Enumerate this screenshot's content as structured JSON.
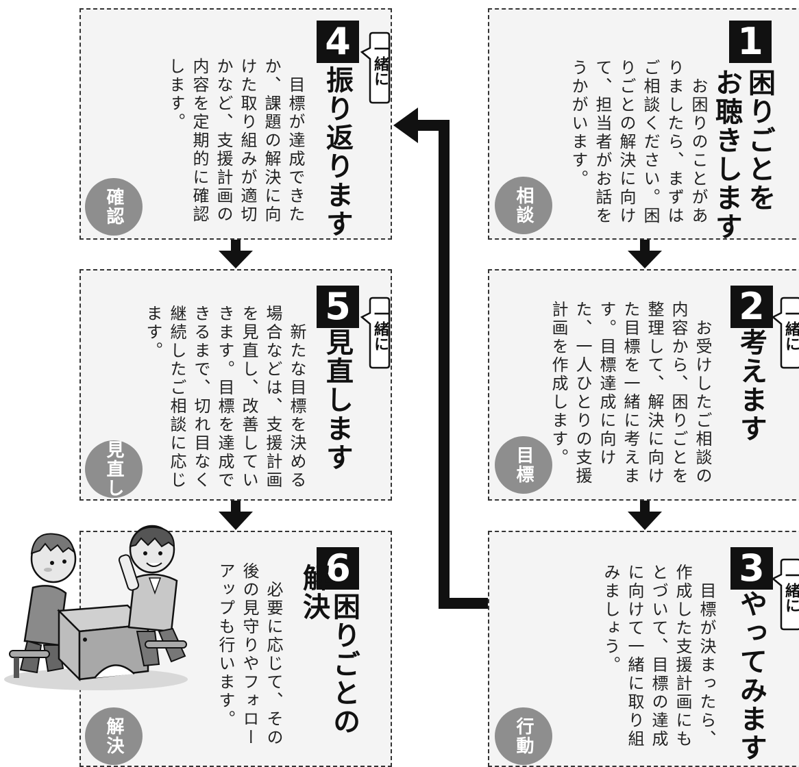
{
  "steps": [
    {
      "num": "1",
      "title_l1": "困りごとを",
      "title_l2": "お聴きします",
      "body": "　お困りのことがありましたら、まずはご相談ください。困りごとの解決に向けて、担当者がお話をうかがいます。",
      "badge": "相談",
      "bubble": ""
    },
    {
      "num": "2",
      "title_l1": "考えます",
      "title_l2": "",
      "body": "　お受けしたご相談の内容から、困りごとを整理して、解決に向けた目標を一緒に考えます。目標達成に向けた、一人ひとりの支援計画を作成します。",
      "badge": "目標",
      "bubble": "一緒に"
    },
    {
      "num": "3",
      "title_l1": "やってみます",
      "title_l2": "",
      "body": "　目標が決まったら、作成した支援計画にもとづいて、目標の達成に向けて一緒に取り組みましょう。",
      "badge": "行動",
      "bubble": "一緒に"
    },
    {
      "num": "4",
      "title_l1": "振り返ります",
      "title_l2": "",
      "body": "　目標が達成できたか、課題の解決に向けた取り組みが適切かなど、支援計画の内容を定期的に確認します。",
      "badge": "確認",
      "bubble": "一緒に"
    },
    {
      "num": "5",
      "title_l1": "見直します",
      "title_l2": "",
      "body": "　新たな目標を決める場合などは、支援計画を見直し、改善していきます。目標を達成できるまで、切れ目なく継続したご相談に応じます。",
      "badge": "見直し",
      "bubble": "一緒に"
    },
    {
      "num": "6",
      "title_l1": "困りごとの",
      "title_l2": "解決",
      "body": "　必要に応じて、その後の見守りやフォローアップも行います。",
      "badge": "解決",
      "bubble": ""
    }
  ],
  "colors": {
    "panel_bg": "#f4f4f4",
    "badge": "#8e8e8e",
    "ink": "#111111"
  },
  "illustration": "two-people-consulting-at-desk"
}
